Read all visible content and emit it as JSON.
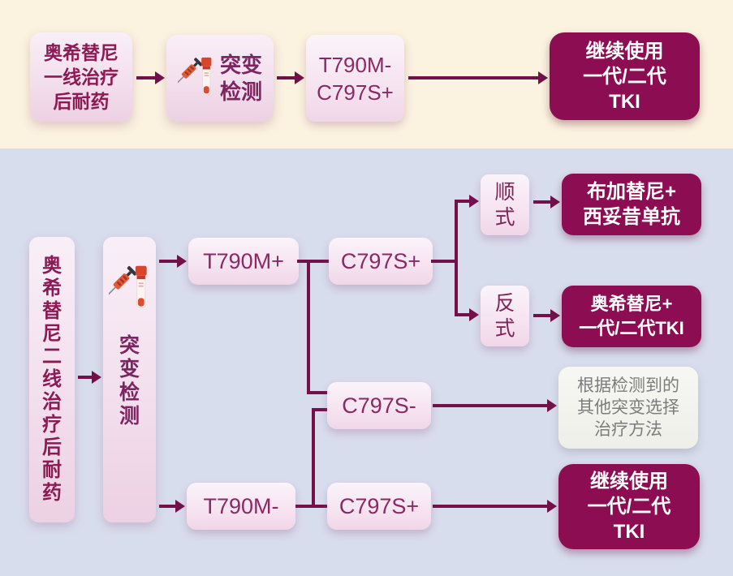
{
  "palette": {
    "top_background": "#FBF2DF",
    "bottom_background": "#D8DDEE",
    "pink_node": "#F3DFED",
    "dark_node": "#8D0D52",
    "arrow": "#72104A",
    "bold_text": "#8B1A55",
    "label_text": "#8A2964",
    "gray_text": "#7C7C7C"
  },
  "icons": {
    "mutation_test": "syringe-and-blood-tube-icon"
  },
  "top_flow": {
    "start": "奥希替尼\n一线治疗\n后耐药",
    "test": "突变\n检测",
    "mutation": "T790M-\nC797S+",
    "result": "继续使用\n一代/二代\nTKI"
  },
  "bottom_flow": {
    "start": "奥\n希\n替\n尼\n二\n线\n治\n疗\n后\n耐\n药",
    "test": "突\n变\n检\n测",
    "t790m_positive": "T790M+",
    "c797s_positive_upper": "C797S+",
    "cis": "顺\n式",
    "cis_result": "布加替尼+\n西妥昔单抗",
    "trans": "反\n式",
    "trans_result": "奥希替尼+\n一代/二代TKI",
    "c797s_negative": "C797S-",
    "other_result": "根据检测到的\n其他突变选择\n治疗方法",
    "t790m_negative": "T790M-",
    "c797s_positive_lower": "C797S+",
    "continue_result": "继续使用\n一代/二代\nTKI"
  }
}
